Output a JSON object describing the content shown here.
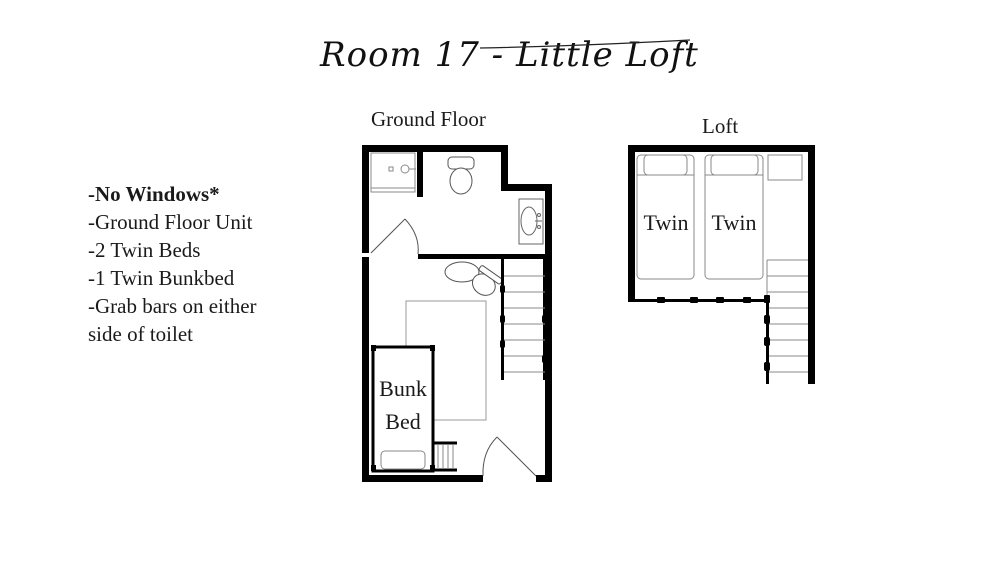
{
  "title": "Room 17 - Little Loft",
  "features": {
    "items": [
      {
        "text": "-No Windows*",
        "bold": true
      },
      {
        "text": "-Ground Floor Unit",
        "bold": false
      },
      {
        "text": "-2 Twin Beds",
        "bold": false
      },
      {
        "text": "-1 Twin Bunkbed",
        "bold": false
      },
      {
        "text": "-Grab bars on either",
        "bold": false
      },
      {
        "text": "side of  toilet",
        "bold": false
      }
    ]
  },
  "ground_floor": {
    "label": "Ground Floor",
    "bunk_bed_label_line1": "Bunk",
    "bunk_bed_label_line2": "Bed",
    "fixtures": [
      "shower",
      "toilet",
      "sink",
      "toilet-2",
      "stairs",
      "bunk-bed",
      "ladder",
      "door",
      "door-2",
      "rug"
    ]
  },
  "loft": {
    "label": "Loft",
    "bed1_label": "Twin",
    "bed2_label": "Twin",
    "fixtures": [
      "twin-bed",
      "twin-bed",
      "nightstand",
      "stairs",
      "railing"
    ]
  },
  "colors": {
    "wall": "#000000",
    "fixture_line": "#8a8a8a",
    "text": "#1a1a1a",
    "background": "#ffffff"
  }
}
